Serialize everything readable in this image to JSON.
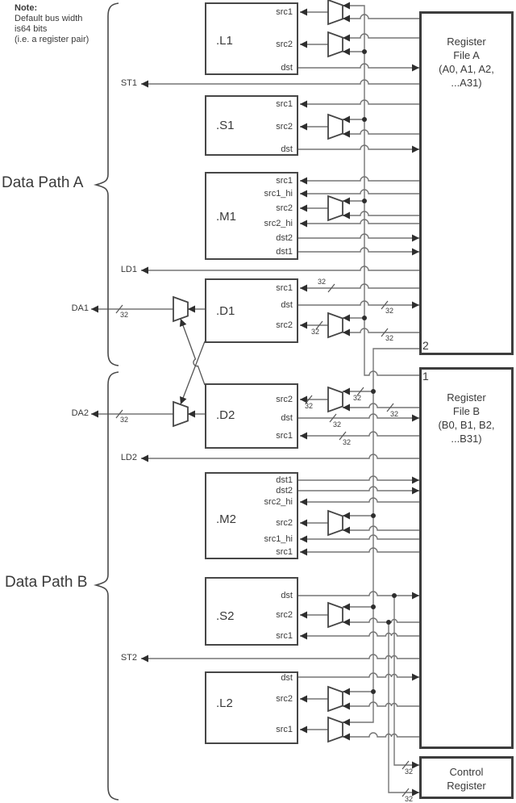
{
  "note": {
    "title": "Note:",
    "line1": "Default bus width",
    "line2": "is64 bits",
    "line3": "(i.e. a register pair)"
  },
  "datapath_a_label": "Data Path A",
  "datapath_b_label": "Data Path B",
  "bus_width": "32",
  "memory_ports": {
    "st1": "ST1",
    "ld1": "LD1",
    "da1": "DA1",
    "da2": "DA2",
    "ld2": "LD2",
    "st2": "ST2"
  },
  "cross_paths": {
    "rfa_tag": "2",
    "rfb_tag": "1"
  },
  "units": {
    "l1": {
      "name": ".L1",
      "ports": {
        "src1": "src1",
        "src2": "src2",
        "dst": "dst"
      }
    },
    "s1": {
      "name": ".S1",
      "ports": {
        "src1": "src1",
        "src2": "src2",
        "dst": "dst"
      }
    },
    "m1": {
      "name": ".M1",
      "ports": {
        "src1": "src1",
        "src1_hi": "src1_hi",
        "src2": "src2",
        "src2_hi": "src2_hi",
        "dst2": "dst2",
        "dst1": "dst1"
      }
    },
    "d1": {
      "name": ".D1",
      "ports": {
        "src1": "src1",
        "dst": "dst",
        "src2": "src2"
      }
    },
    "d2": {
      "name": ".D2",
      "ports": {
        "src2": "src2",
        "dst": "dst",
        "src1": "src1"
      }
    },
    "m2": {
      "name": ".M2",
      "ports": {
        "dst1": "dst1",
        "dst2": "dst2",
        "src2_hi": "src2_hi",
        "src2": "src2",
        "src1_hi": "src1_hi",
        "src1": "src1"
      }
    },
    "s2": {
      "name": ".S2",
      "ports": {
        "dst": "dst",
        "src2": "src2",
        "src1": "src1"
      }
    },
    "l2": {
      "name": ".L2",
      "ports": {
        "dst": "dst",
        "src2": "src2",
        "src1": "src1"
      }
    }
  },
  "register_file_a": {
    "line1": "Register",
    "line2": "File A",
    "line3": "(A0, A1, A2,",
    "line4": "...A31)"
  },
  "register_file_b": {
    "line1": "Register",
    "line2": "File B",
    "line3": "(B0, B1, B2,",
    "line4": "...B31)"
  },
  "control_register": {
    "line1": "Control",
    "line2": "Register"
  }
}
